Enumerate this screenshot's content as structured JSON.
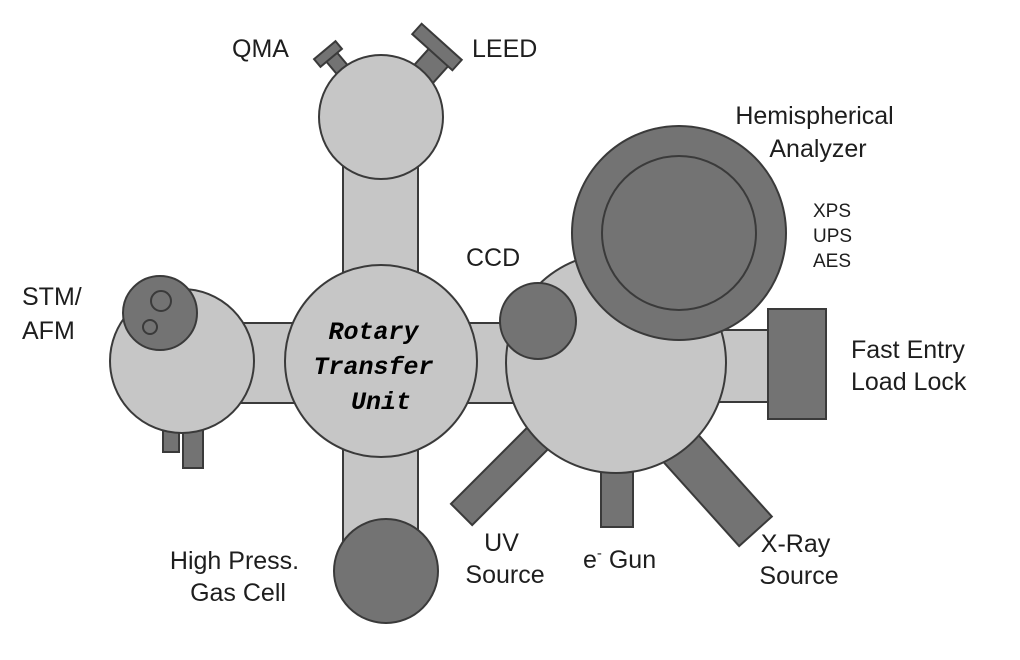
{
  "diagram": {
    "center": {
      "line1": "Rotary",
      "line2": "Transfer",
      "line3": "Unit"
    },
    "labels": {
      "qma": "QMA",
      "leed": "LEED",
      "hemispherical_line1": "Hemispherical",
      "hemispherical_line2": "Analyzer",
      "techniques": [
        "XPS",
        "UPS",
        "AES"
      ],
      "ccd": "CCD",
      "stm_line1": "STM/",
      "stm_line2": "AFM",
      "fast_entry_line1": "Fast Entry",
      "fast_entry_line2": "Load Lock",
      "high_press_line1": "High Press.",
      "high_press_line2": "Gas Cell",
      "uv_line1": "UV",
      "uv_line2": "Source",
      "egun_prefix": "e",
      "egun_sup": "-",
      "egun_suffix": " Gun",
      "xray_line1": "X-Ray",
      "xray_line2": "Source"
    },
    "colors": {
      "light_fill": "#c6c6c6",
      "dark_fill": "#737373",
      "stroke": "#3a3a3a"
    }
  }
}
